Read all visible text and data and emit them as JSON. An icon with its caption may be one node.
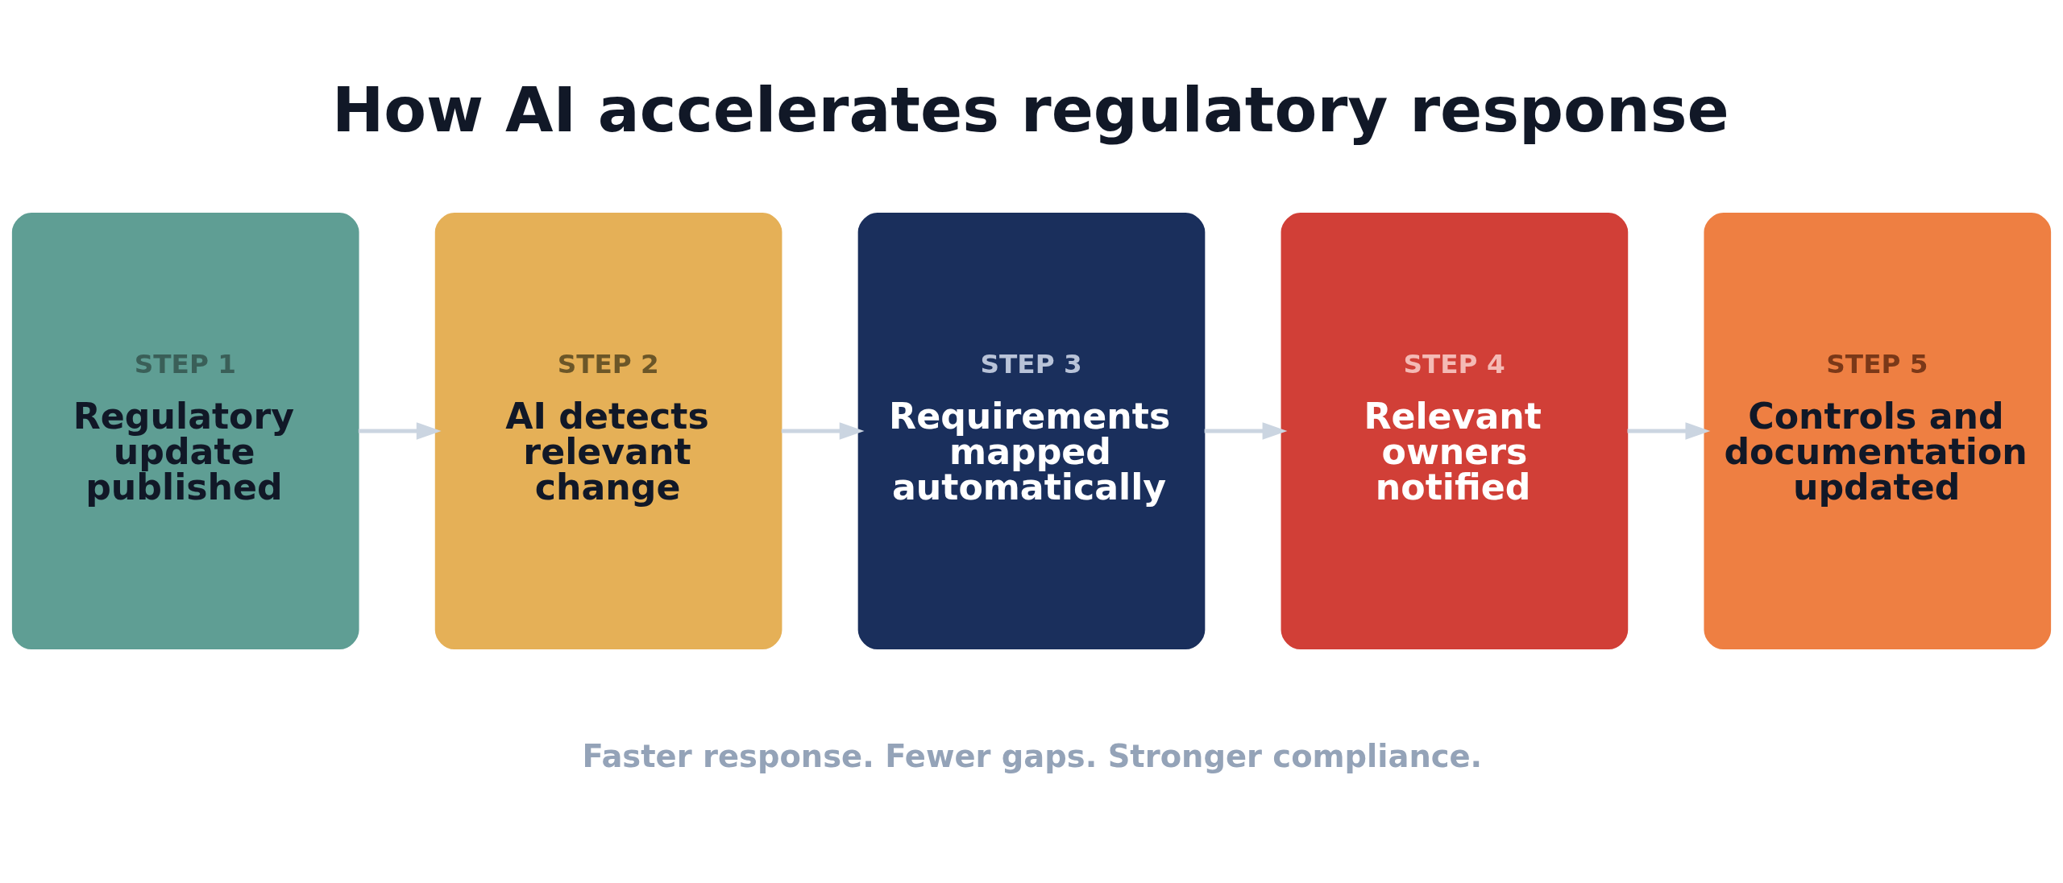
{
  "diagram": {
    "title": "How AI accelerates regulatory response",
    "caption": "Faster response. Fewer gaps. Stronger compliance.",
    "nodes": [
      {
        "text": [
          "STEP 1",
          "Regulatory update published"
        ]
      },
      {
        "text": [
          "STEP 2",
          "AI detects relevant change"
        ]
      },
      {
        "text": [
          "STEP 3",
          "Requirements mapped automatically"
        ]
      },
      {
        "text": [
          "STEP 4",
          "Relevant owners notified"
        ]
      },
      {
        "text": [
          "STEP 5",
          "Controls and documentation updated"
        ]
      }
    ],
    "edges": [
      {
        "from": 0,
        "to": 1,
        "arrow": "to"
      },
      {
        "from": 1,
        "to": 2,
        "arrow": "to"
      },
      {
        "from": 2,
        "to": 3,
        "arrow": "to"
      },
      {
        "from": 3,
        "to": 4,
        "arrow": "to"
      }
    ]
  }
}
